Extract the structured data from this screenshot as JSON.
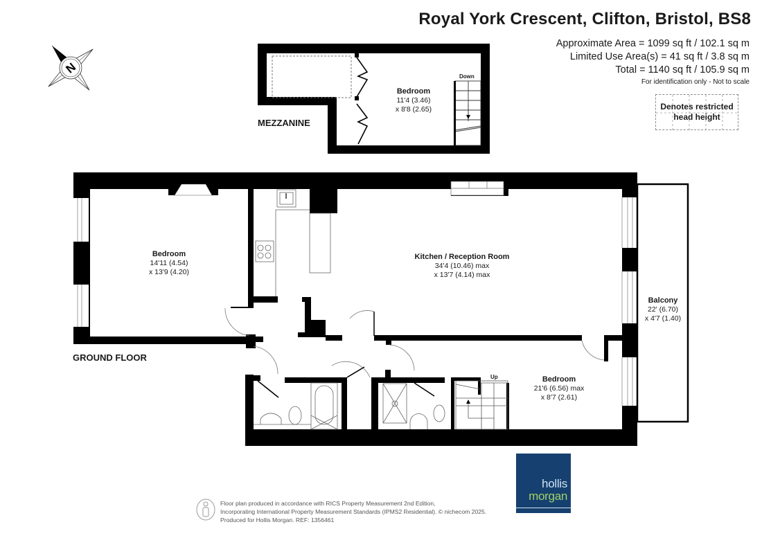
{
  "header": {
    "title": "Royal York Crescent, Clifton, Bristol, BS8",
    "areas": [
      "Approximate Area = 1099 sq ft / 102.1 sq m",
      "Limited Use Area(s) = 41 sq ft / 3.8 sq m",
      "Total = 1140 sq ft / 105.9 sq m"
    ],
    "note": "For identification only - Not to scale"
  },
  "legend": {
    "line1": "Denotes restricted",
    "line2": "head height"
  },
  "compass": {
    "icon": "compass-north-icon",
    "label": "N"
  },
  "floors": {
    "mezzanine": {
      "label": "MEZZANINE",
      "stairs_label": "Down",
      "rooms": [
        {
          "name": "Bedroom",
          "dim1": "11'4 (3.46)",
          "dim2": "x 8'8 (2.65)"
        }
      ]
    },
    "ground": {
      "label": "GROUND FLOOR",
      "stairs_label": "Up",
      "rooms": [
        {
          "name": "Bedroom",
          "dim1": "14'11 (4.54)",
          "dim2": "x 13'9 (4.20)"
        },
        {
          "name": "Kitchen / Reception Room",
          "dim1": "34'4 (10.46) max",
          "dim2": "x 13'7 (4.14) max"
        },
        {
          "name": "Balcony",
          "dim1": "22' (6.70)",
          "dim2": "x 4'7 (1.40)"
        },
        {
          "name": "Bedroom",
          "dim1": "21'6 (6.56) max",
          "dim2": "x 8'7 (2.61)"
        }
      ]
    }
  },
  "footer": {
    "lines": [
      "Floor plan produced in accordance with RICS Property Measurement 2nd Edition,",
      "Incorporating International Property Measurement Standards (IPMS2 Residential).   © nichecom 2025.",
      "Produced for Hollis Morgan.    REF: 1356461"
    ]
  },
  "logo": {
    "line1": "hollis",
    "line2": "morgan",
    "bg_color": "#16406f",
    "line1_color": "#cfe2f3",
    "line2_color": "#9fd26a"
  }
}
